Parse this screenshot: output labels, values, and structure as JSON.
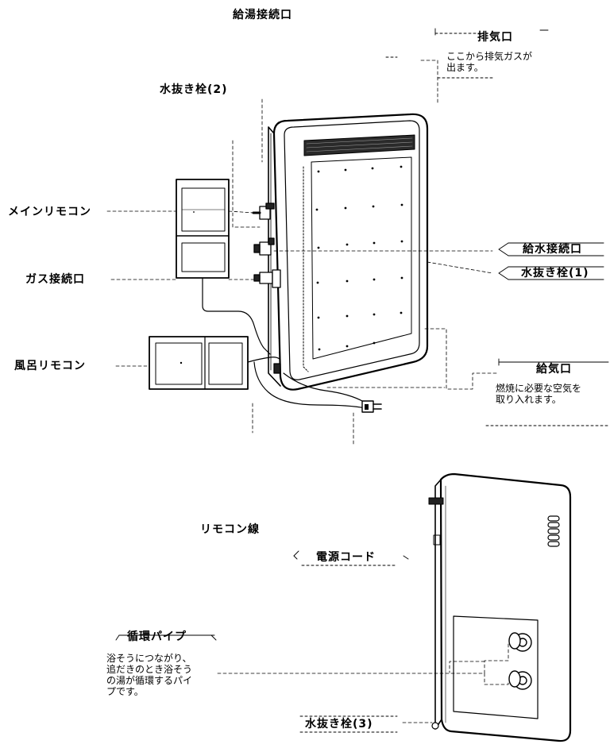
{
  "labels": {
    "hot_water_connection": "給湯接続口",
    "exhaust": "排気口",
    "exhaust_desc": [
      "ここから排気ガスが",
      "出ます。"
    ],
    "drain_valve_2": "水抜き栓(2)",
    "main_remote": "メインリモコン",
    "water_supply_connection": "給水接続口",
    "drain_valve_1": "水抜き栓(1)",
    "gas_connection": "ガス接続口",
    "bath_remote": "風呂リモコン",
    "air_intake": "給気口",
    "air_intake_desc": [
      "燃焼に必要な空気を",
      "取り入れます。"
    ],
    "remote_cable": "リモコン線",
    "power_cord": "電源コード",
    "circulation_pipe": "循環パイプ",
    "circulation_pipe_desc": [
      "浴そうにつながり、",
      "追だきのとき浴そう",
      "の湯が循環するパイ",
      "プです。"
    ],
    "drain_valve_3": "水抜き栓(3)"
  }
}
